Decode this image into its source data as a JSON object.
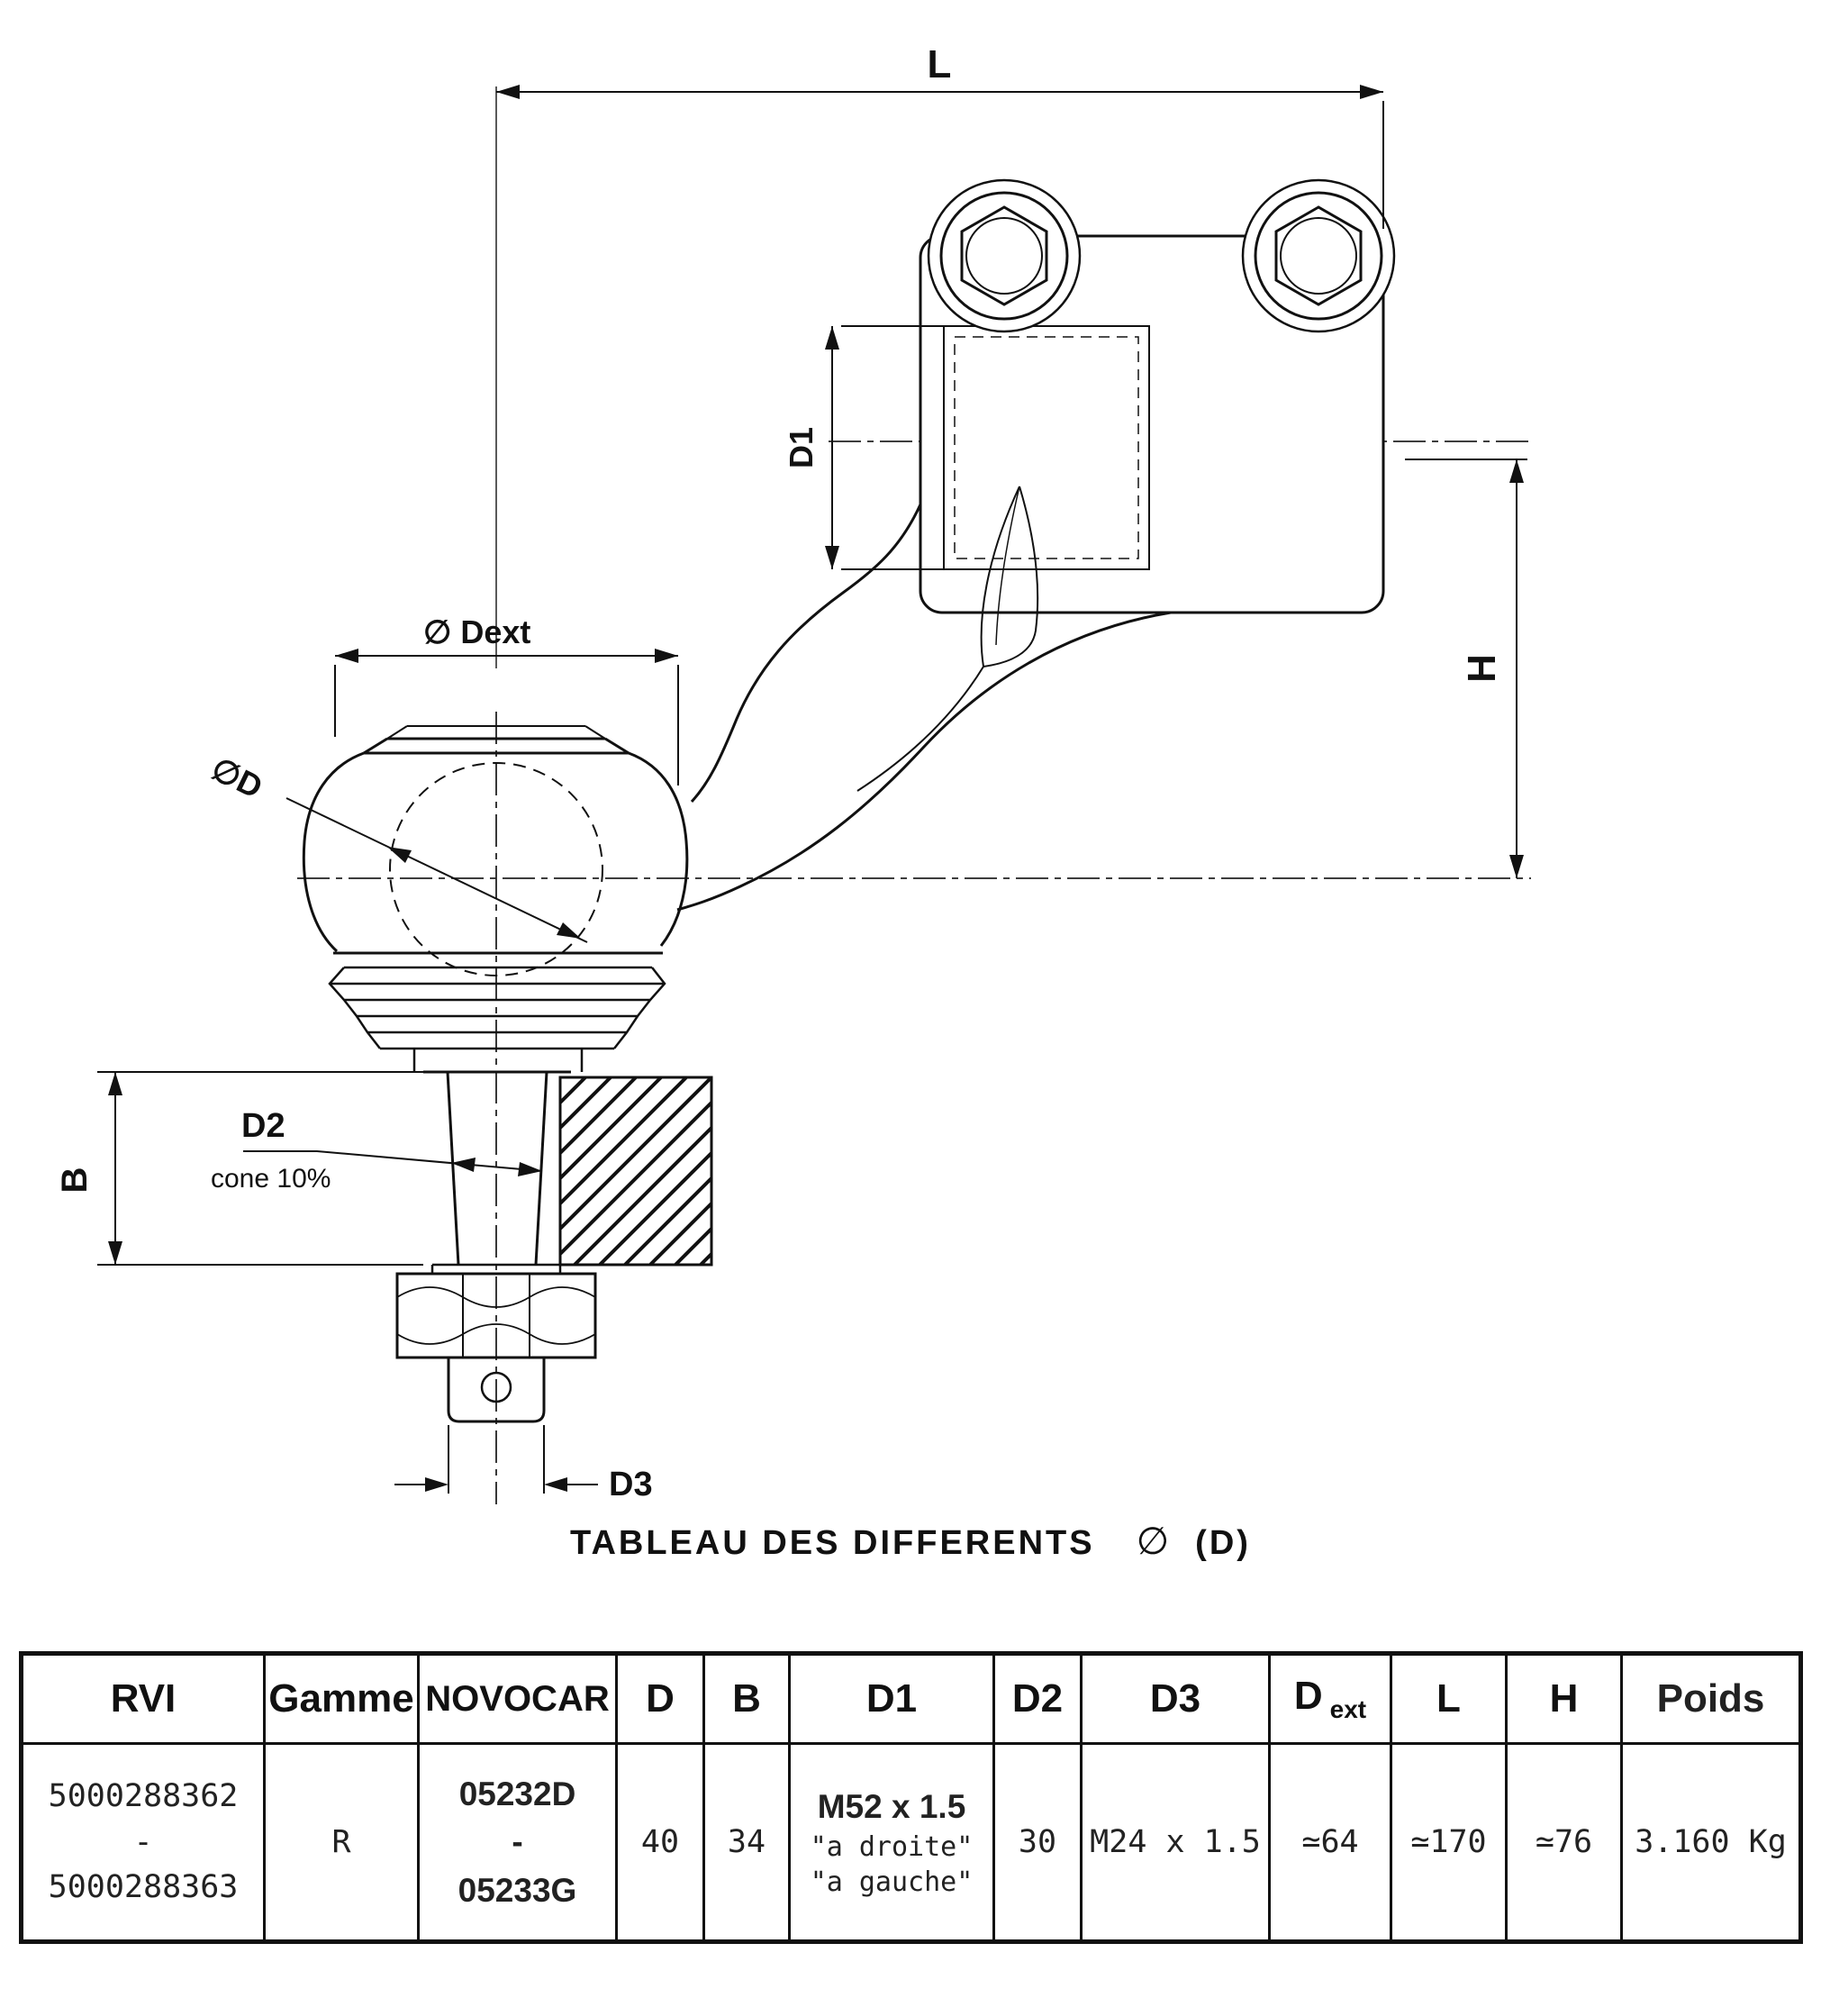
{
  "drawing": {
    "labels": {
      "l": "L",
      "d1": "D1",
      "h": "H",
      "dext": "∅ Dext",
      "d": "∅D",
      "b": "B",
      "d2": "D2",
      "cone": "cone 10%",
      "d3": "D3"
    },
    "caption": {
      "text": "TABLEAU DES DIFFERENTS",
      "symbol": "∅",
      "suffix": "(D)"
    }
  },
  "table": {
    "headers": {
      "rvi": "RVI",
      "gamme": "Gamme",
      "novocar": "NOVOCAR",
      "d": "D",
      "b": "B",
      "d1": "D1",
      "d2": "D2",
      "d3": "D3",
      "dext_main": "D",
      "dext_sub": "ext",
      "l": "L",
      "h": "H",
      "poids": "Poids"
    },
    "row": {
      "rvi": [
        "5000288362",
        "-",
        "5000288363"
      ],
      "gamme": "R",
      "novocar": [
        "05232D",
        "-",
        "05233G"
      ],
      "d": "40",
      "b": "34",
      "d1_thread": "M52 x 1.5",
      "d1_note1": "\"a droite\"",
      "d1_note2": "\"a gauche\"",
      "d2": "30",
      "d3": "M24 x 1.5",
      "dext": "≃64",
      "l": "≃170",
      "h": "≃76",
      "poids": "3.160 Kg"
    }
  }
}
